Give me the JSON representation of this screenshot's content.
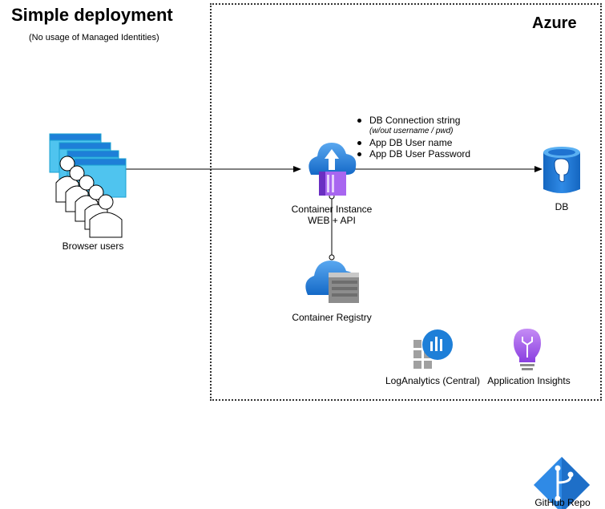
{
  "header": {
    "title": "Simple deployment",
    "subtitle": "(No usage of Managed Identities)"
  },
  "azure": {
    "label": "Azure"
  },
  "nodes": {
    "browser_users": {
      "label": "Browser users",
      "icon": "browser-users-icon"
    },
    "container_instance": {
      "label_line1": "Container Instance",
      "label_line2": "WEB + API",
      "icon": "container-instance-icon"
    },
    "db": {
      "label": "DB",
      "icon": "postgresql-db-icon"
    },
    "container_registry": {
      "label": "Container Registry",
      "icon": "container-registry-icon"
    },
    "log_analytics": {
      "label": "LogAnalytics (Central)",
      "icon": "log-analytics-icon"
    },
    "app_insights": {
      "label": "Application Insights",
      "icon": "lightbulb-icon"
    },
    "github_repo": {
      "label": "GitHub Repo",
      "icon": "git-repo-icon"
    }
  },
  "connection_notes": {
    "item1": "DB Connection string",
    "item1_note": "(w/out username / pwd)",
    "item2": "App DB User name",
    "item3": "App DB User Password"
  },
  "colors": {
    "azure_blue": "#1e7fd8",
    "cyan": "#32c5f0",
    "purple": "#773adc",
    "gray": "#8c8c8c",
    "light_purple": "#b77af4"
  }
}
